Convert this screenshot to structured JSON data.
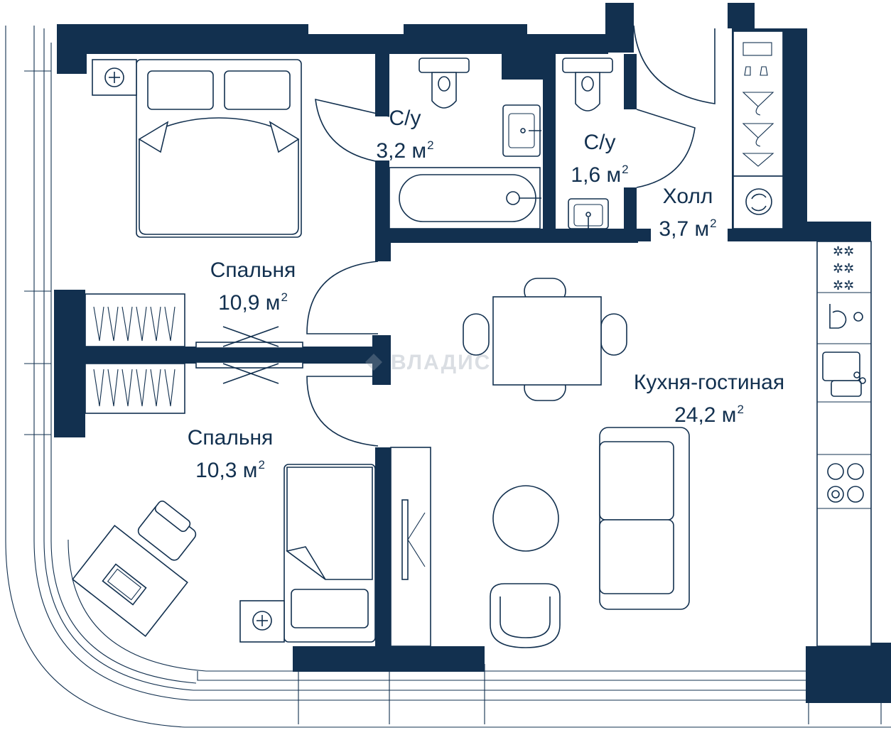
{
  "plan": {
    "rooms": [
      {
        "id": "bedroom1",
        "name": "Спальня",
        "area_num": "10,9 м",
        "sup": "2"
      },
      {
        "id": "bath1",
        "name": "С/у",
        "area_num": "3,2 м",
        "sup": "2"
      },
      {
        "id": "bath2",
        "name": "С/у",
        "area_num": "1,6 м",
        "sup": "2"
      },
      {
        "id": "hall",
        "name": "Холл",
        "area_num": "3,7 м",
        "sup": "2"
      },
      {
        "id": "kitchen",
        "name": "Кухня-гостиная",
        "area_num": "24,2 м",
        "sup": "2"
      },
      {
        "id": "bedroom2",
        "name": "Спальня",
        "area_num": "10,3 м",
        "sup": "2"
      }
    ],
    "watermark": "ВЛАДИС",
    "colors": {
      "wall": "#12304f",
      "background": "#ffffff"
    },
    "icons": [
      "bed-icon",
      "toilet-icon",
      "sink-icon",
      "bathtub-icon",
      "wardrobe-icon",
      "dining-table-icon",
      "sofa-icon",
      "armchair-icon",
      "round-table-icon",
      "desk-icon",
      "office-chair-icon",
      "laptop-icon",
      "stove-icon",
      "kitchen-sink-icon",
      "washing-machine-icon",
      "nightstand-icon"
    ]
  }
}
